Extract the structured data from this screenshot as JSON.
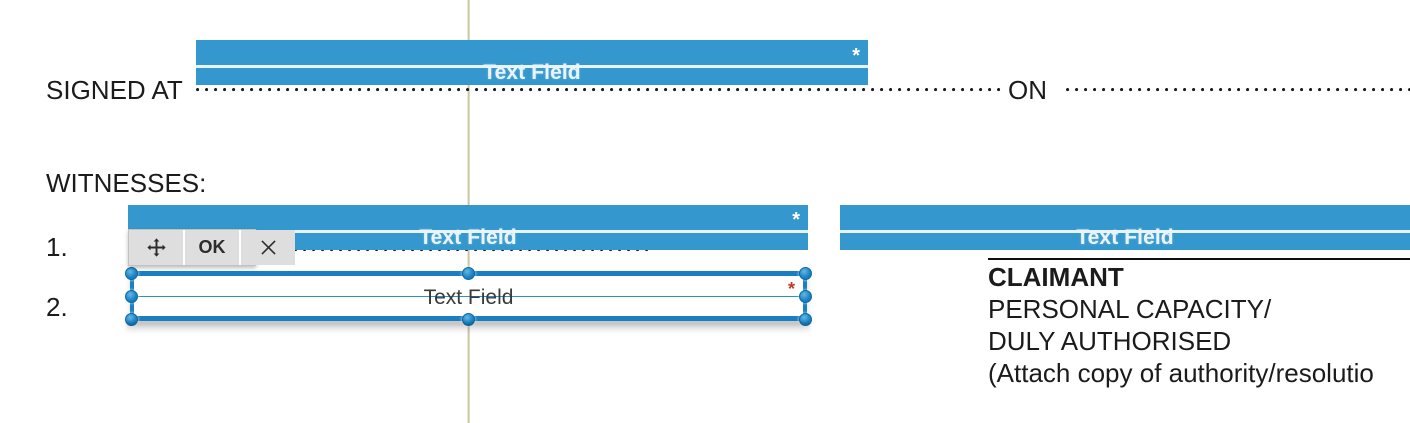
{
  "document": {
    "lines": {
      "signed_at": "SIGNED AT",
      "on": "ON",
      "witnesses_heading": "WITNESSES:",
      "witness_1_number": "1.",
      "witness_2_number": "2.",
      "claimant_label": "CLAIMANT",
      "claimant_capacity_line1": "PERSONAL CAPACITY/",
      "claimant_capacity_line2": "DULY AUTHORISED",
      "claimant_note": "(Attach copy of authority/resolutio"
    }
  },
  "form_fields": [
    {
      "id": "signed-at-place",
      "label": "Text Field",
      "required_marker": "*",
      "state": "filled-placeholder",
      "color": "#3498ce"
    },
    {
      "id": "witness-1",
      "label": "Text Field",
      "required_marker": "*",
      "state": "filled-placeholder",
      "color": "#3498ce"
    },
    {
      "id": "claimant-signature",
      "label": "Text Field",
      "required_marker": "",
      "state": "filled-placeholder",
      "color": "#3498ce"
    },
    {
      "id": "witness-2",
      "label": "Text Field",
      "required_marker": "*",
      "state": "selected",
      "border_color": "#2a8fd0",
      "asterisk_color": "#c0392b"
    }
  ],
  "edit_toolbar": {
    "move_label": "",
    "ok_label": "OK",
    "close_label": "✕",
    "icons": {
      "move": "move-icon",
      "close": "close-icon"
    }
  },
  "guide": {
    "color": "#c8c09a"
  }
}
